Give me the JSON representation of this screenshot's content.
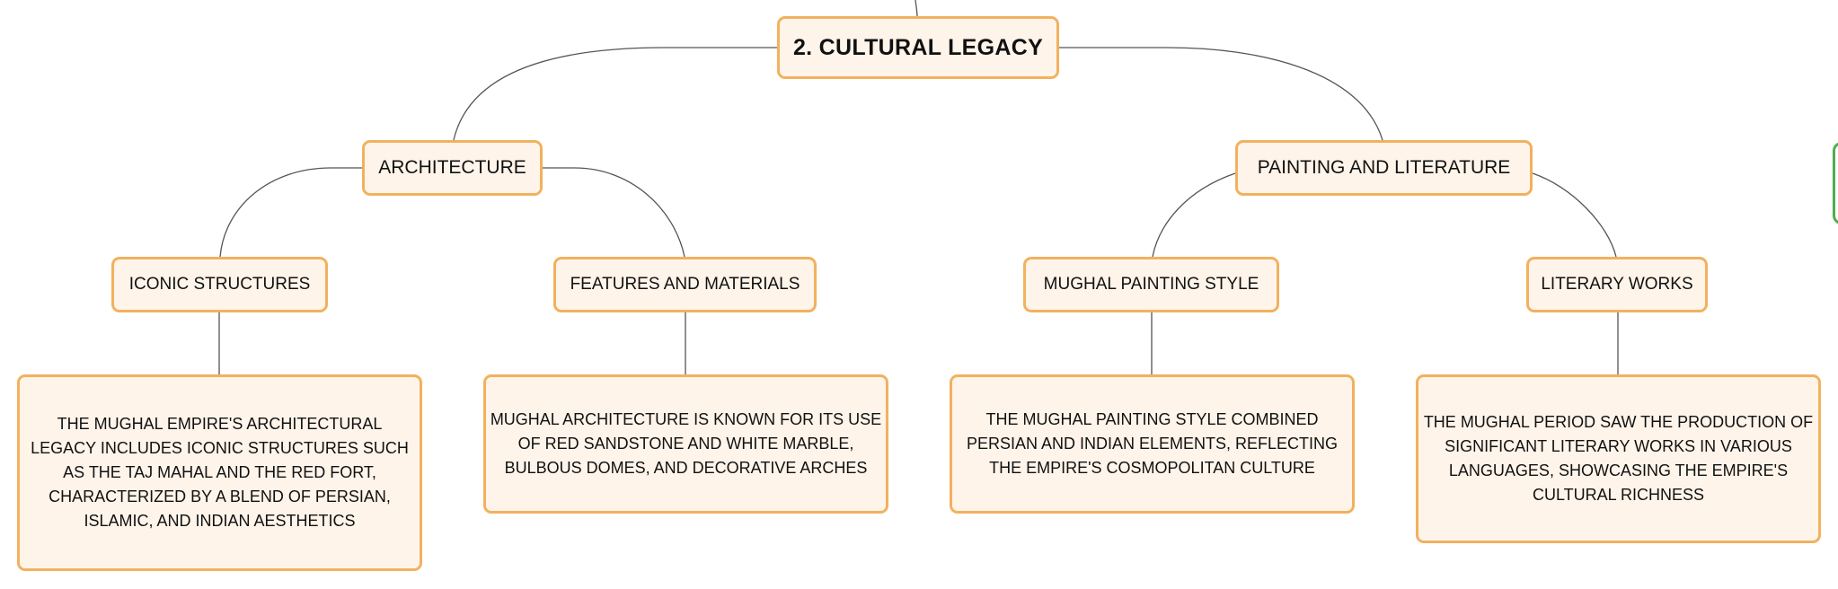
{
  "colors": {
    "node_border": "#f2b15e",
    "node_fill": "#fff4ea",
    "connector": "#555555",
    "offscreen_node_border": "#4caf50"
  },
  "root": {
    "label": "2. CULTURAL LEGACY"
  },
  "branches": {
    "architecture": {
      "label": "ARCHITECTURE",
      "children": {
        "iconic_structures": {
          "label": "ICONIC STRUCTURES",
          "detail": "THE MUGHAL EMPIRE'S ARCHITECTURAL LEGACY INCLUDES ICONIC STRUCTURES SUCH AS THE TAJ MAHAL AND THE RED FORT, CHARACTERIZED BY A BLEND OF PERSIAN, ISLAMIC, AND INDIAN AESTHETICS"
        },
        "features_materials": {
          "label": "FEATURES AND MATERIALS",
          "detail": "MUGHAL ARCHITECTURE IS KNOWN FOR ITS USE OF RED SANDSTONE AND WHITE MARBLE, BULBOUS DOMES, AND DECORATIVE ARCHES"
        }
      }
    },
    "painting_literature": {
      "label": "PAINTING AND LITERATURE",
      "children": {
        "painting_style": {
          "label": "MUGHAL PAINTING STYLE",
          "detail": "THE MUGHAL PAINTING STYLE COMBINED PERSIAN AND INDIAN ELEMENTS, REFLECTING THE EMPIRE'S COSMOPOLITAN CULTURE"
        },
        "literary_works": {
          "label": "LITERARY WORKS",
          "detail": "THE MUGHAL PERIOD SAW THE PRODUCTION OF SIGNIFICANT LITERARY WORKS IN VARIOUS LANGUAGES, SHOWCASING THE EMPIRE'S CULTURAL RICHNESS"
        }
      }
    }
  }
}
